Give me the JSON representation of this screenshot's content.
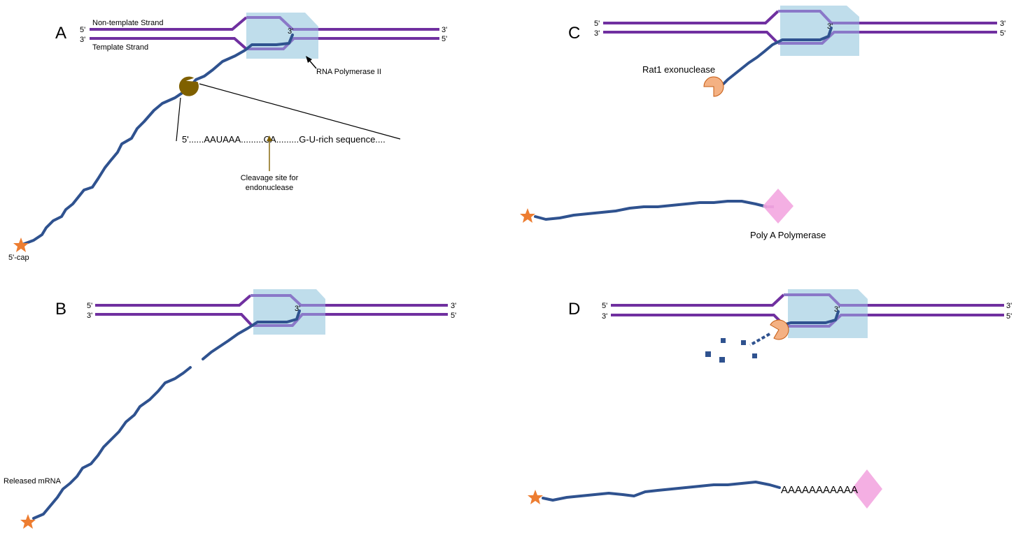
{
  "colors": {
    "dna": "#7030a0",
    "dna_inside_polymerase": "#8a78c8",
    "rna": "#2f528f",
    "polymerase": "#b4d7e8",
    "cap_star": "#ed7d31",
    "cpsf": "#7f6000",
    "rat1": "#f4b183",
    "polyA_polymerase": "#f3a6e0"
  },
  "panels": {
    "A": {
      "letter": "A",
      "nontemplate_label": "Non-template Strand",
      "template_label": "Template Strand",
      "top_left_end": "5'",
      "bottom_left_end": "3'",
      "top_right_end": "3'",
      "bottom_right_end": "5'",
      "rna_3prime": "3'",
      "polymerase_label": "RNA Polymerase II",
      "sequence": "5'......AAUAAA.........CA.........G-U-rich sequence....",
      "cleavage_label_line1": "Cleavage site for",
      "cleavage_label_line2": "endonuclease",
      "cap_label": "5'-cap",
      "icons": [
        "cap-star-icon",
        "cpsf-complex-icon",
        "polymerase-shape"
      ]
    },
    "B": {
      "letter": "B",
      "top_left_end": "5'",
      "bottom_left_end": "3'",
      "top_right_end": "3'",
      "bottom_right_end": "5'",
      "rna_3prime": "3'",
      "released_label": "Released mRNA"
    },
    "C": {
      "letter": "C",
      "top_left_end": "5'",
      "bottom_left_end": "3'",
      "top_right_end": "3'",
      "bottom_right_end": "5'",
      "rna_3prime": "3'",
      "rat1_label": "Rat1 exonuclease",
      "polyA_polymerase_label": "Poly A Polymerase"
    },
    "D": {
      "letter": "D",
      "top_left_end": "5'",
      "bottom_left_end": "3'",
      "top_right_end": "3'",
      "bottom_right_end": "5'",
      "rna_3prime": "3'",
      "polyA_tail": "AAAAAAAAAAA"
    }
  }
}
